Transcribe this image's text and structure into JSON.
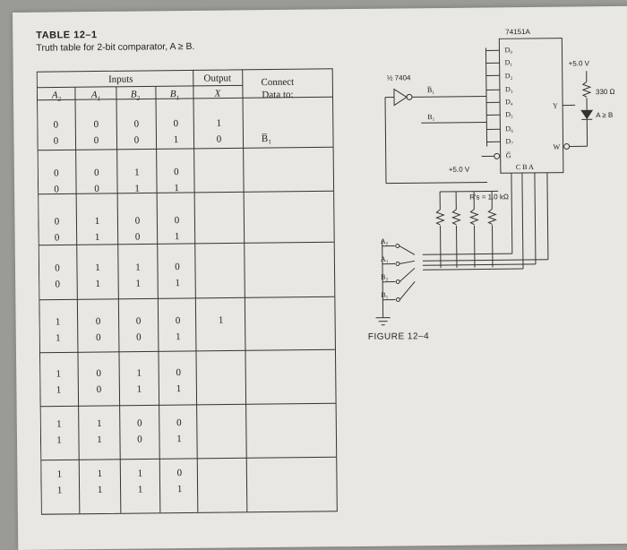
{
  "table": {
    "title": "TABLE 12–1",
    "subtitle": "Truth table for 2-bit comparator, A ≥ B.",
    "group_inputs": "Inputs",
    "group_output": "Output",
    "group_connect": "Connect",
    "group_connect2": "Data to:",
    "col_a2": "A",
    "col_a1": "A",
    "col_b2": "B",
    "col_b1": "B",
    "col_x": "X",
    "sub_2": "2",
    "sub_1": "1",
    "rows": [
      [
        "0",
        "0",
        "0",
        "0",
        "1",
        ""
      ],
      [
        "0",
        "0",
        "0",
        "1",
        "0",
        "B̅₁"
      ],
      [
        "0",
        "0",
        "1",
        "0",
        "",
        ""
      ],
      [
        "0",
        "0",
        "1",
        "1",
        "",
        ""
      ],
      [
        "0",
        "1",
        "0",
        "0",
        "",
        ""
      ],
      [
        "0",
        "1",
        "0",
        "1",
        "",
        ""
      ],
      [
        "0",
        "1",
        "1",
        "0",
        "",
        ""
      ],
      [
        "0",
        "1",
        "1",
        "1",
        "",
        ""
      ],
      [
        "1",
        "0",
        "0",
        "0",
        "1",
        ""
      ],
      [
        "1",
        "0",
        "0",
        "1",
        "",
        ""
      ],
      [
        "1",
        "0",
        "1",
        "0",
        "",
        ""
      ],
      [
        "1",
        "0",
        "1",
        "1",
        "",
        ""
      ],
      [
        "1",
        "1",
        "0",
        "0",
        "",
        ""
      ],
      [
        "1",
        "1",
        "0",
        "1",
        "",
        ""
      ],
      [
        "1",
        "1",
        "1",
        "0",
        "",
        ""
      ],
      [
        "1",
        "1",
        "1",
        "1",
        "",
        ""
      ]
    ]
  },
  "figure": {
    "caption": "FIGURE 12–4",
    "ic_name": "74151A",
    "inverter_name": "½ 7404",
    "inverter_out": "B̅₁",
    "inverter_in": "B₁",
    "vcc_top": "+5.0 V",
    "vcc_mid": "+5.0 V",
    "resistor_label": "330 Ω",
    "led_label": "A ≥ B",
    "pullups": "R's = 1.0 kΩ",
    "pins": [
      "D₀",
      "D₁",
      "D₂",
      "D₃",
      "D₄",
      "D₅",
      "D₆",
      "D₇"
    ],
    "gate_pin": "G̅",
    "select_pins": "C  B  A",
    "y_pin": "Y",
    "w_pin": "W",
    "switches": [
      "A₂",
      "A₁",
      "B₂",
      "B₁"
    ]
  }
}
